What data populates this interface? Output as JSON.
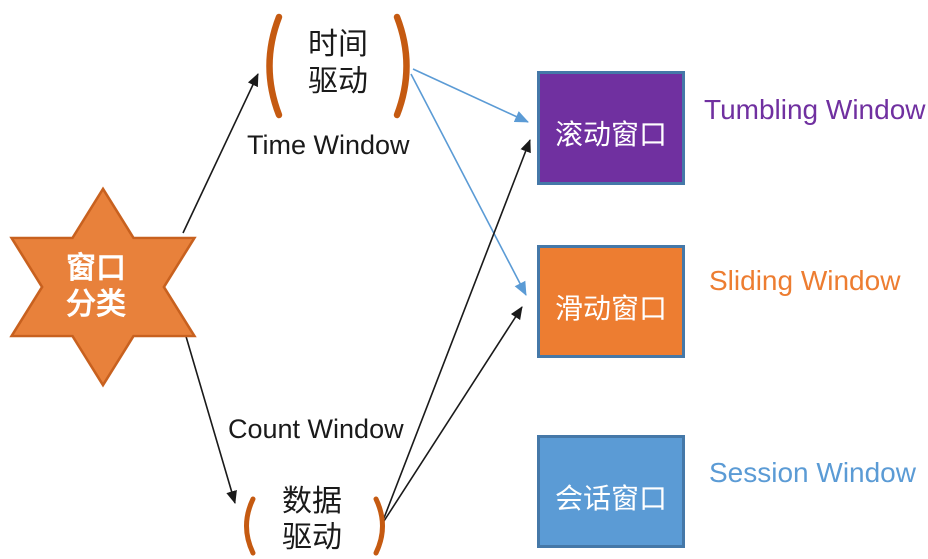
{
  "star": {
    "label": "窗口\n分类",
    "fill": "#E8813B",
    "border": "#C8611F",
    "text_color": "#FFFFFF"
  },
  "branches": [
    {
      "label": "时间\n驱动",
      "caption": "Time Window"
    },
    {
      "label": "数据\n驱动",
      "caption": "Count Window"
    }
  ],
  "windows": [
    {
      "cn": "滚动窗口",
      "en": "Tumbling Window",
      "fill": "#7030A0",
      "border": "#4578A8",
      "label_color": "#7030A0",
      "text_color": "#FFFFFF"
    },
    {
      "cn": "滑动窗口",
      "en": "Sliding Window",
      "fill": "#ED7D31",
      "border": "#4578A8",
      "label_color": "#ED7D31",
      "text_color": "#FFFFFF"
    },
    {
      "cn": "会话窗口",
      "en": "Session Window",
      "fill": "#5B9BD5",
      "border": "#4578A8",
      "label_color": "#5B9BD5",
      "text_color": "#FFFFFF"
    }
  ],
  "colors": {
    "bracket": "#C55A11",
    "arrow_black": "#1A1A1A",
    "arrow_blue": "#5B9BD5",
    "branch_text": "#1A1A1A",
    "caption_text": "#1A1A1A"
  }
}
